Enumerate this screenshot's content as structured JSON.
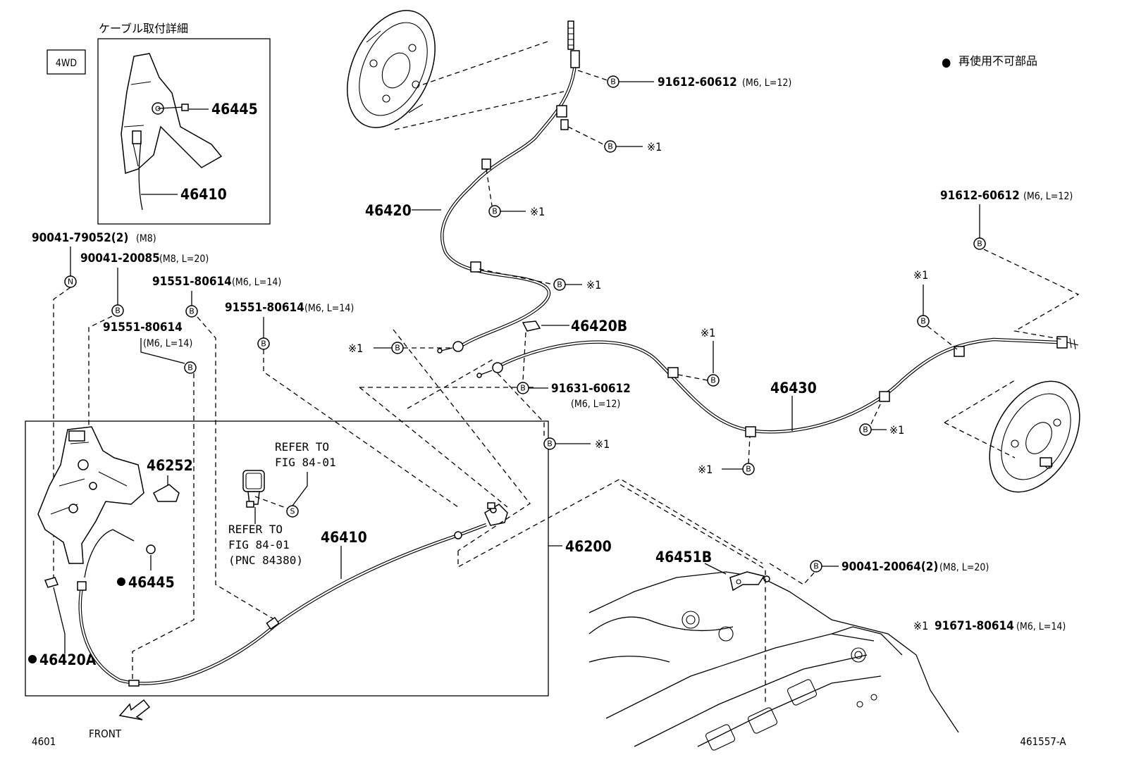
{
  "header": {
    "detail_title": "ケーブル取付詳細",
    "drive_tag": "4WD",
    "legend_symbol": "●",
    "legend_text": "再使用不可部品"
  },
  "symbols": {
    "bolt": "B",
    "nut": "N",
    "screw": "S",
    "note_mark": "※1"
  },
  "parts": {
    "p46445_detail": "46445",
    "p46410_detail": "46410",
    "p46420": "46420",
    "p46420B": "46420B",
    "p46430": "46430",
    "p46252": "46252",
    "p46445": "46445",
    "p46420A": "46420A",
    "p46410": "46410",
    "p46200": "46200",
    "p46451B": "46451B"
  },
  "fasteners": {
    "f1_pn": "91612-60612",
    "f1_spec": "(M6, L=12)",
    "f2_pn": "91612-60612",
    "f2_spec": "(M6, L=12)",
    "f3_pn": "90041-79052(2)",
    "f3_spec": "(M8)",
    "f4_pn": "90041-20085",
    "f4_spec": "(M8, L=20)",
    "f5_pn": "91551-80614",
    "f5_spec": "(M6, L=14)",
    "f6_pn": "91551-80614",
    "f6_spec": "(M6, L=14)",
    "f7_pn": "91551-80614",
    "f7_spec": "(M6, L=14)",
    "f8_pn": "91631-60612",
    "f8_spec": "(M6, L=12)",
    "f9_pn": "90041-20064(2)",
    "f9_spec": "(M8, L=20)",
    "note_pn": "91671-80614",
    "note_spec": "(M6, L=14)"
  },
  "refs": {
    "r1_line1": "REFER TO",
    "r1_line2": "FIG 84-01",
    "r2_line1": "REFER TO",
    "r2_line2": "FIG 84-01",
    "r2_line3": "(PNC 84380)"
  },
  "footer": {
    "front_label": "FRONT",
    "fig_left": "4601",
    "fig_right": "461557-A"
  }
}
